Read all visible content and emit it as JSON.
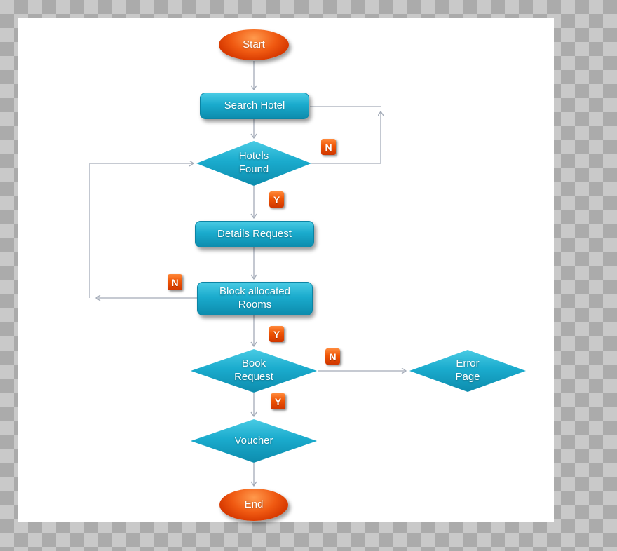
{
  "diagram": {
    "background": {
      "checker_light": "#c9c9c9",
      "checker_dark": "#ababab",
      "canvas": "#ffffff"
    },
    "colors": {
      "process_fill": "#17a6c9",
      "terminator_fill": "#e64300",
      "badge_fill": "#e64300",
      "connector": "#a3abb8",
      "text": "#ffffff"
    },
    "nodes": {
      "start": {
        "label": "Start"
      },
      "search_hotel": {
        "label": "Search Hotel"
      },
      "hotels_found": {
        "label": "Hotels\nFound"
      },
      "details_request": {
        "label": "Details Request"
      },
      "block_allocated_rooms": {
        "label": "Block allocated\nRooms"
      },
      "book_request": {
        "label": "Book\nRequest"
      },
      "error_page": {
        "label": "Error\nPage"
      },
      "voucher": {
        "label": "Voucher"
      },
      "end": {
        "label": "End"
      }
    },
    "branch_labels": {
      "hotels_found_no": "N",
      "hotels_found_yes": "Y",
      "block_rooms_no": "N",
      "block_rooms_yes": "Y",
      "book_request_no": "N",
      "book_request_yes": "Y"
    }
  }
}
